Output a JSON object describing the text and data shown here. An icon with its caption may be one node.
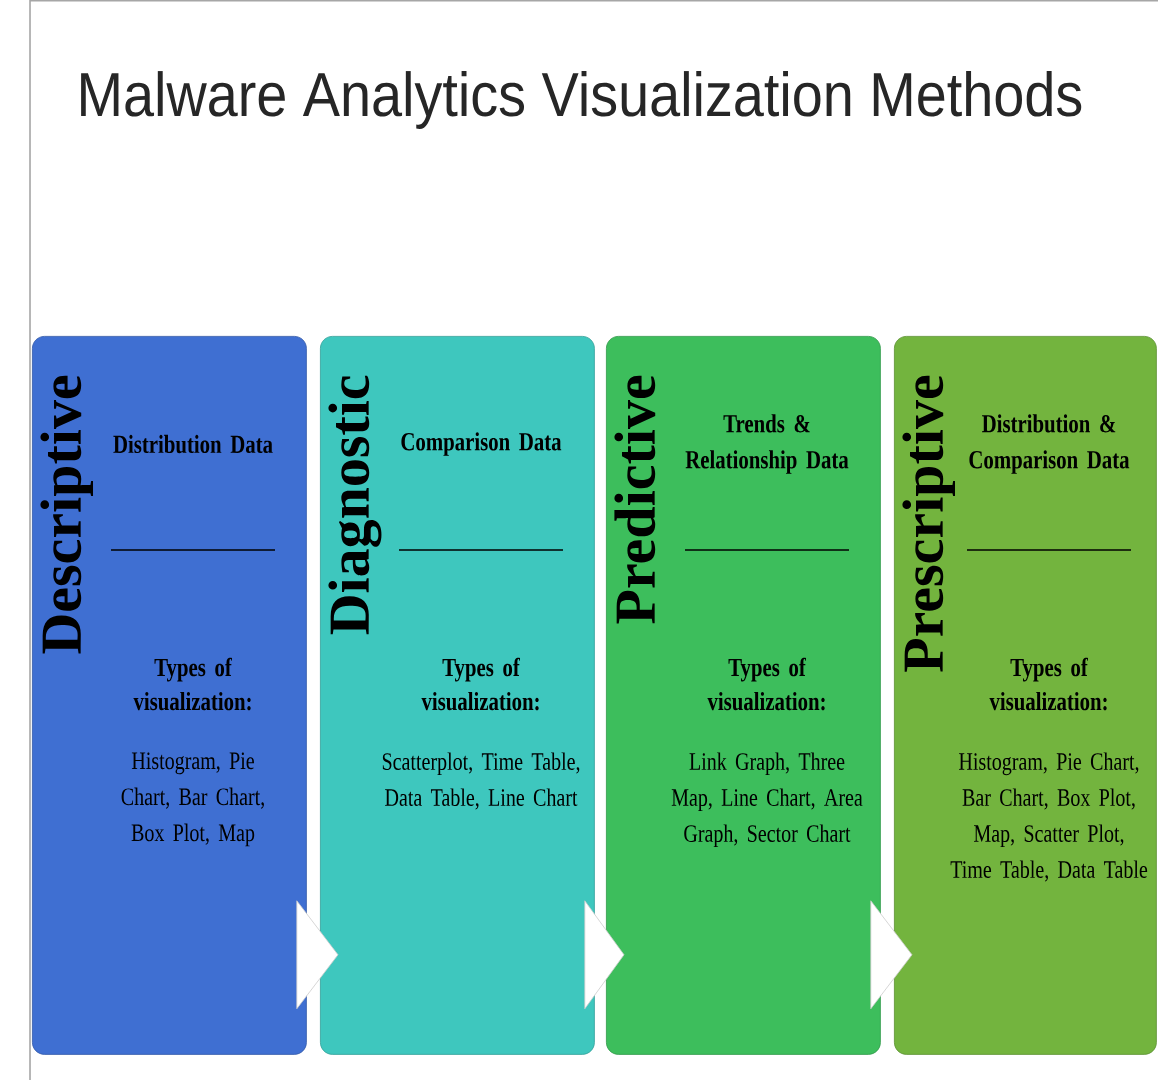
{
  "diagram": {
    "title": "Malware Analytics Visualization Methods",
    "nodes": [
      {
        "text": [
          "Descriptive",
          "Distribution Data",
          "Types of visualization:",
          "Histogram, Pie Chart, Bar Chart, Box Plot, Map"
        ]
      },
      {
        "text": [
          "Diagnostic",
          "Comparison Data",
          "Types of visualization:",
          "Scatterplot, Time Table, Data Table, Line Chart"
        ]
      },
      {
        "text": [
          "Predictive",
          "Trends & Relationship Data",
          "Types of visualization:",
          "Link Graph, Three Map, Line Chart, Area Graph, Sector Chart"
        ]
      },
      {
        "text": [
          "Prescriptive",
          "Distribution & Comparison Data",
          "Types of visualization:",
          "Histogram, Pie Chart, Bar Chart, Box Plot, Map, Scatter Plot, Time Table, Data Table"
        ]
      }
    ],
    "edges": [
      {
        "from": 0,
        "to": 1,
        "arrow": "to"
      },
      {
        "from": 1,
        "to": 2,
        "arrow": "to"
      },
      {
        "from": 2,
        "to": 3,
        "arrow": "to"
      }
    ]
  }
}
